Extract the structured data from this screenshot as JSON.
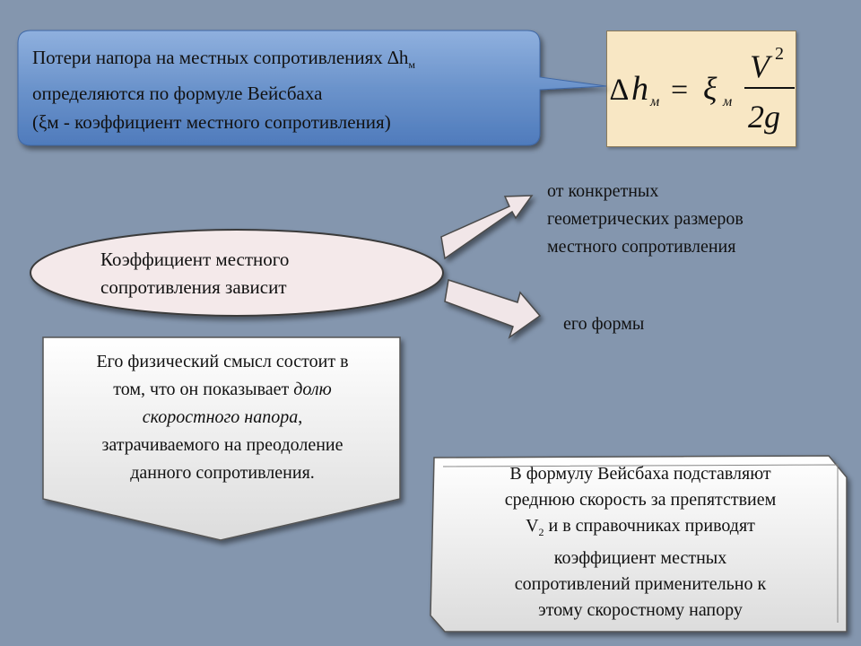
{
  "callout": {
    "line1": "Потери напора на местных сопротивлениях ∆h",
    "line1_sub": "м",
    "line2": "определяются по формуле Вейсбаха",
    "line3": "(ξм - коэффициент местного сопротивления)"
  },
  "formula": {
    "lhs_delta": "∆",
    "lhs_h": "h",
    "lhs_sub": "м",
    "equals": "=",
    "xi": "ξ",
    "xi_sub": "м",
    "numerator": "V",
    "numerator_exp": "2",
    "denominator": "2g"
  },
  "ellipse": {
    "line1": "Коэффициент местного",
    "line2": "сопротивления зависит"
  },
  "dependencies": {
    "item1_line1": "от конкретных",
    "item1_line2": "геометрических размеров",
    "item1_line3": "местного сопротивления",
    "item2": "его формы"
  },
  "meaning": {
    "line1": "Его физический смысл состоит в",
    "line2_a": "том, что он показывает ",
    "line2_b": "долю",
    "line3_a": "скоростного напора",
    "line3_b": ",",
    "line4": "затрачиваемого на преодоление",
    "line5": "данного сопротивления."
  },
  "weisbach_note": {
    "line1": "В формулу Вейсбаха подставляют",
    "line2": "среднюю скорость за препятствием",
    "line3_a": "V",
    "line3_sub": "2",
    "line3_b": " и в справочниках приводят",
    "line4": "коэффициент местных",
    "line5": "сопротивлений применительно к",
    "line6": "этому скоростному напору"
  },
  "colors": {
    "background": "#8496ae",
    "callout_fill": "#5c86c2",
    "formula_fill": "#f8e7c4",
    "ellipse_fill": "#f4e9ea",
    "arrow_fill": "#f1e6e8",
    "box_fill": "#eeeeee"
  }
}
